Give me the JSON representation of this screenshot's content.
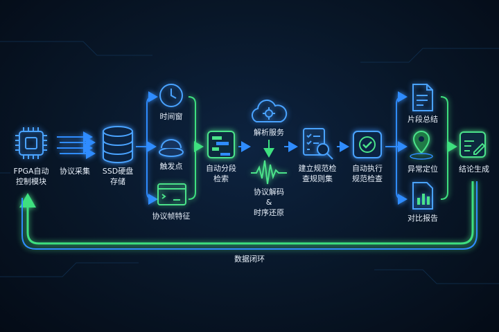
{
  "nodes": {
    "fpga": "FPGA自动\n控制模块",
    "collect": "协议采集",
    "ssd": "SSD硬盘\n存储",
    "time_window": "时间窗",
    "trigger": "触发点",
    "frame_feature": "协议帧特征",
    "auto_search": "自动分段\n检索",
    "parse_service": "解析服务",
    "decode": "协议解码\n&\n时序还原",
    "build_rules": "建立规范检\n查规则集",
    "auto_check": "自动执行\n规范检查",
    "segment_summary": "片段总结",
    "anomaly_locate": "异常定位",
    "compare_report": "对比报告",
    "conclusion": "结论生成",
    "loop": "数据闭环"
  },
  "colors": {
    "blue": "#2f8cff",
    "green": "#3ee07f",
    "icon_blue": "#4aa3ff",
    "icon_green": "#4be38a"
  }
}
